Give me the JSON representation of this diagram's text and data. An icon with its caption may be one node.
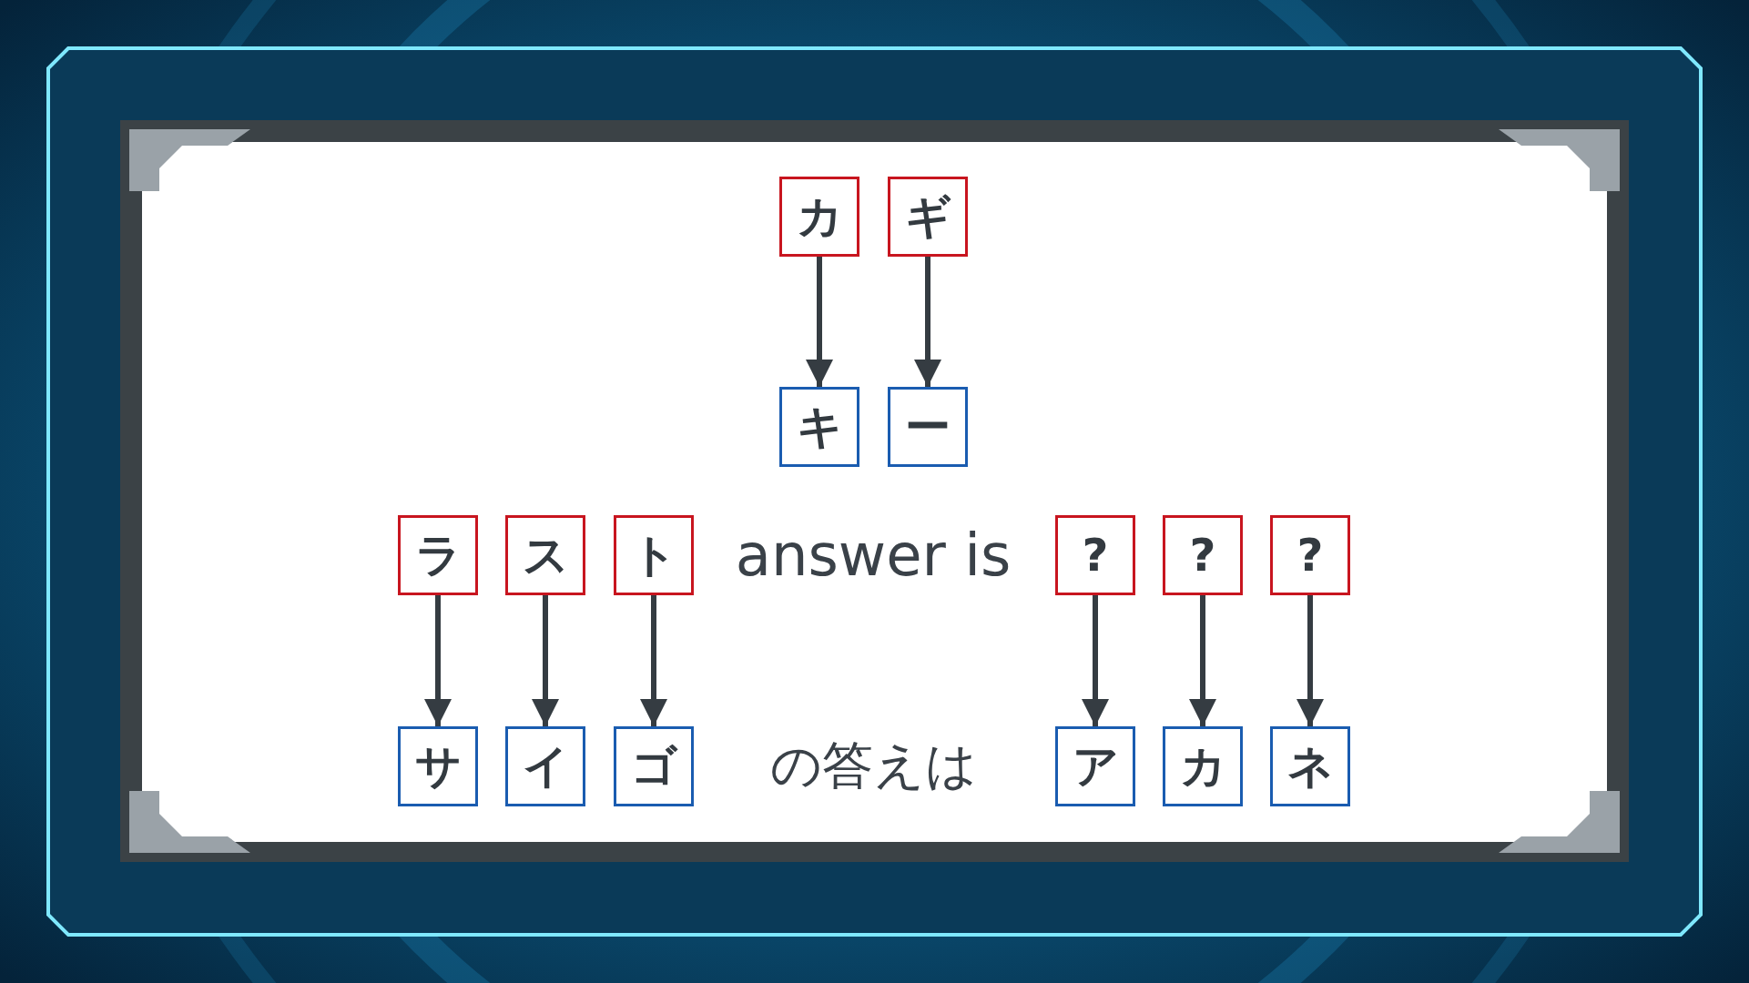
{
  "diagram": {
    "nodes": [
      {
        "text": [
          "カ"
        ]
      },
      {
        "text": [
          "ギ"
        ]
      },
      {
        "text": [
          "キ"
        ]
      },
      {
        "text": [
          "ー"
        ]
      },
      {
        "text": [
          "ラ"
        ]
      },
      {
        "text": [
          "ス"
        ]
      },
      {
        "text": [
          "ト"
        ]
      },
      {
        "text": [
          "?"
        ]
      },
      {
        "text": [
          "?"
        ]
      },
      {
        "text": [
          "?"
        ]
      },
      {
        "text": [
          "サ"
        ]
      },
      {
        "text": [
          "イ"
        ]
      },
      {
        "text": [
          "ゴ"
        ]
      },
      {
        "text": [
          "ア"
        ]
      },
      {
        "text": [
          "カ"
        ]
      },
      {
        "text": [
          "ネ"
        ]
      }
    ],
    "edges": [
      {
        "from": 0,
        "to": 2,
        "arrow": "to"
      },
      {
        "from": 1,
        "to": 3,
        "arrow": "to"
      },
      {
        "from": 4,
        "to": 10,
        "arrow": "to"
      },
      {
        "from": 5,
        "to": 11,
        "arrow": "to"
      },
      {
        "from": 6,
        "to": 12,
        "arrow": "to"
      },
      {
        "from": 7,
        "to": 13,
        "arrow": "to"
      },
      {
        "from": 8,
        "to": 14,
        "arrow": "to"
      },
      {
        "from": 9,
        "to": 15,
        "arrow": "to"
      }
    ],
    "labels": [
      "answer is",
      "の答えは"
    ]
  }
}
